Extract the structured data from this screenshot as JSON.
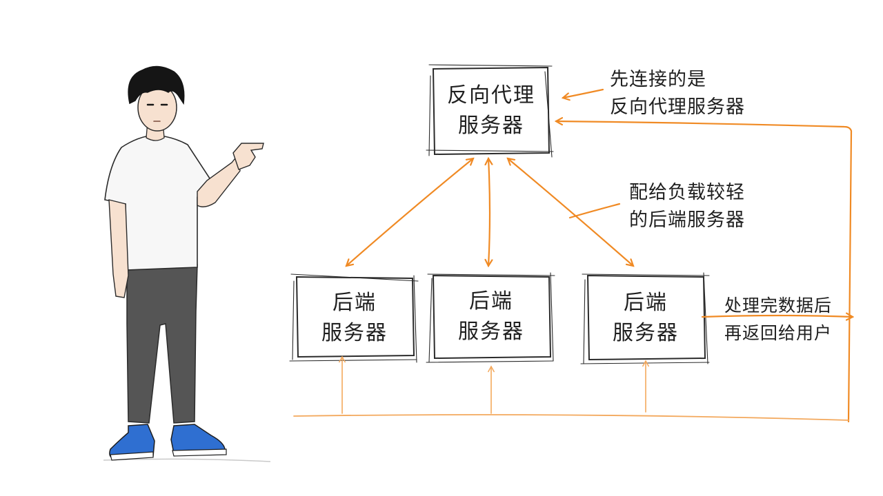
{
  "diagram": {
    "proxy": {
      "line1": "反向代理",
      "line2": "服务器"
    },
    "backends": [
      {
        "line1": "后端",
        "line2": "服务器"
      },
      {
        "line1": "后端",
        "line2": "服务器"
      },
      {
        "line1": "后端",
        "line2": "服务器"
      }
    ],
    "notes": {
      "connect_first": {
        "line1": "先连接的是",
        "line2": "反向代理服务器"
      },
      "distribute": {
        "line1": "配给负载较轻",
        "line2": "的后端服务器"
      },
      "return": {
        "line1": "处理完数据后",
        "line2": "再返回给用户"
      }
    },
    "colors": {
      "arrow": "#f08a24",
      "arrow_thin": "#f3a85c",
      "sketch": "#2a2a2a",
      "shirt": "#f7f7f7",
      "pants": "#555555",
      "shoes": "#2f6fd1",
      "hair": "#151515",
      "skin": "#f7e1d0"
    }
  }
}
